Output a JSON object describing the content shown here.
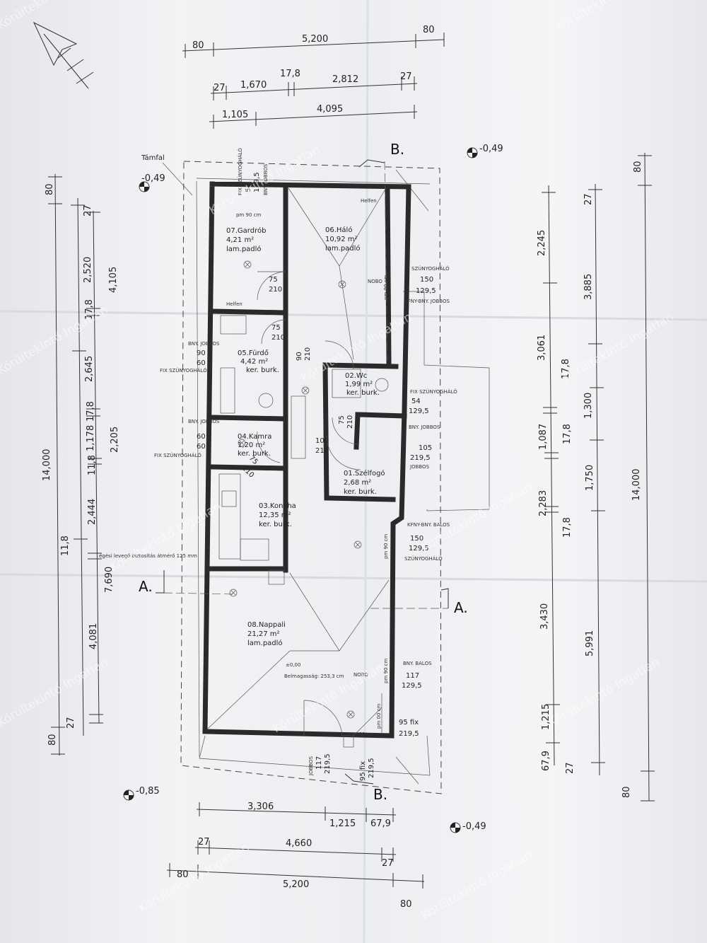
{
  "watermark": "Körültekintő Ingatlan",
  "top_dims": {
    "row1": [
      "80",
      "5,200",
      "80"
    ],
    "row2": [
      "27",
      "1,670",
      "17,8",
      "2,812",
      "27"
    ],
    "row3": [
      "1,105",
      "4,095"
    ]
  },
  "bottom_dims": {
    "row1": [
      "3,306",
      "1,215",
      "67,9"
    ],
    "row2": [
      "27",
      "4,660",
      "27"
    ],
    "row3": [
      "80",
      "5,200",
      "80"
    ]
  },
  "left_dims": {
    "outer": [
      "80",
      "14,000",
      "80"
    ],
    "mid": [
      "4,105",
      "2,205",
      "7,690"
    ],
    "inner": [
      "27",
      "2,520",
      "17,8",
      "2,645",
      "17,8",
      "1,178",
      "11,8",
      "2,444",
      "11,8",
      "4,081",
      "27"
    ]
  },
  "right_dims": {
    "outer": [
      "80",
      "14,000",
      "80"
    ],
    "mid": [
      "3,885",
      "1,300",
      "1,750",
      "5,991"
    ],
    "inner": [
      "27",
      "2,245",
      "3,061",
      "17,8",
      "1,087",
      "17,8",
      "2,283",
      "17,8",
      "3,430",
      "1,215",
      "67,9",
      "27"
    ]
  },
  "levels": [
    "-0,49",
    "-0,49",
    "-0,85",
    "-0,49"
  ],
  "sections": {
    "b_top": "B.",
    "b_bottom": "B.",
    "a_left": "A.",
    "a_right": "A."
  },
  "support_wall": "Támfal",
  "rooms": [
    {
      "name": "07.Gardrób",
      "area": "4,21 m²",
      "floor": "lam.padló"
    },
    {
      "name": "06.Háló",
      "area": "10,92 m²",
      "floor": "lam.padló"
    },
    {
      "name": "05.Fürdő",
      "area": "4,42 m²",
      "floor": "ker. burk."
    },
    {
      "name": "02.Wc",
      "area": "1,99 m²",
      "floor": "ker. burk."
    },
    {
      "name": "04.Kamra",
      "area": "1,20 m²",
      "floor": "ker. burk."
    },
    {
      "name": "01.Szélfogó",
      "area": "2,68 m²",
      "floor": "ker. burk."
    },
    {
      "name": "03.Konyha",
      "area": "12,35 m²",
      "floor": "ker. burk."
    },
    {
      "name": "08.Nappali",
      "area": "21,27 m²",
      "floor": "lam.padló"
    }
  ],
  "windows": [
    {
      "type": "FIX SZÚNYOGHÁLÓ",
      "w": "54",
      "h": "129,5",
      "note": "BNY. JOBBOS"
    },
    {
      "type": "SZÚNYOGHÁLÓ",
      "w": "150",
      "h": "129,5",
      "note": "KFNY-BNY. JOBBOS"
    },
    {
      "type": "BNY. JOBBOS",
      "w": "90",
      "h": "60",
      "note": "FIX SZÚNYOGHÁLÓ"
    },
    {
      "type": "FIX SZÚNYOGHÁLÓ",
      "w": "54",
      "h": "129,5",
      "note": "BNY. JOBBOS"
    },
    {
      "type": "BNY. JOBBOS",
      "w": "60",
      "h": "60",
      "note": "FIX SZÚNYOGHÁLÓ"
    },
    {
      "type": "JOBBOS",
      "w": "105",
      "h": "219,5",
      "note": ""
    },
    {
      "type": "KFNY-BNY. BALOS",
      "w": "150",
      "h": "129,5",
      "note": "SZÚNYOGHÁLÓ"
    },
    {
      "type": "BNY. BALOS",
      "w": "117",
      "h": "129,5",
      "note": ""
    },
    {
      "type": "95 fix",
      "w": "219,5",
      "h": "",
      "note": ""
    }
  ],
  "doors": [
    "75",
    "210",
    "75",
    "210",
    "90",
    "210",
    "75",
    "210",
    "100",
    "210",
    "75",
    "210"
  ],
  "room_notes": {
    "pm": "pm 90 cm",
    "pm00": "pm 00 cm",
    "zero": "±0,00",
    "height": "Belmagasság: 253,3 cm",
    "air": "égési levegő biztosítás átmérő 125 mm",
    "bottom_door": {
      "label": "JOBBOS",
      "w": "117",
      "h": "219,5"
    },
    "bottom_fix": {
      "w": "95 fix",
      "h": "219,5"
    },
    "nobo": "NOBO",
    "helfen": "Helfen"
  }
}
